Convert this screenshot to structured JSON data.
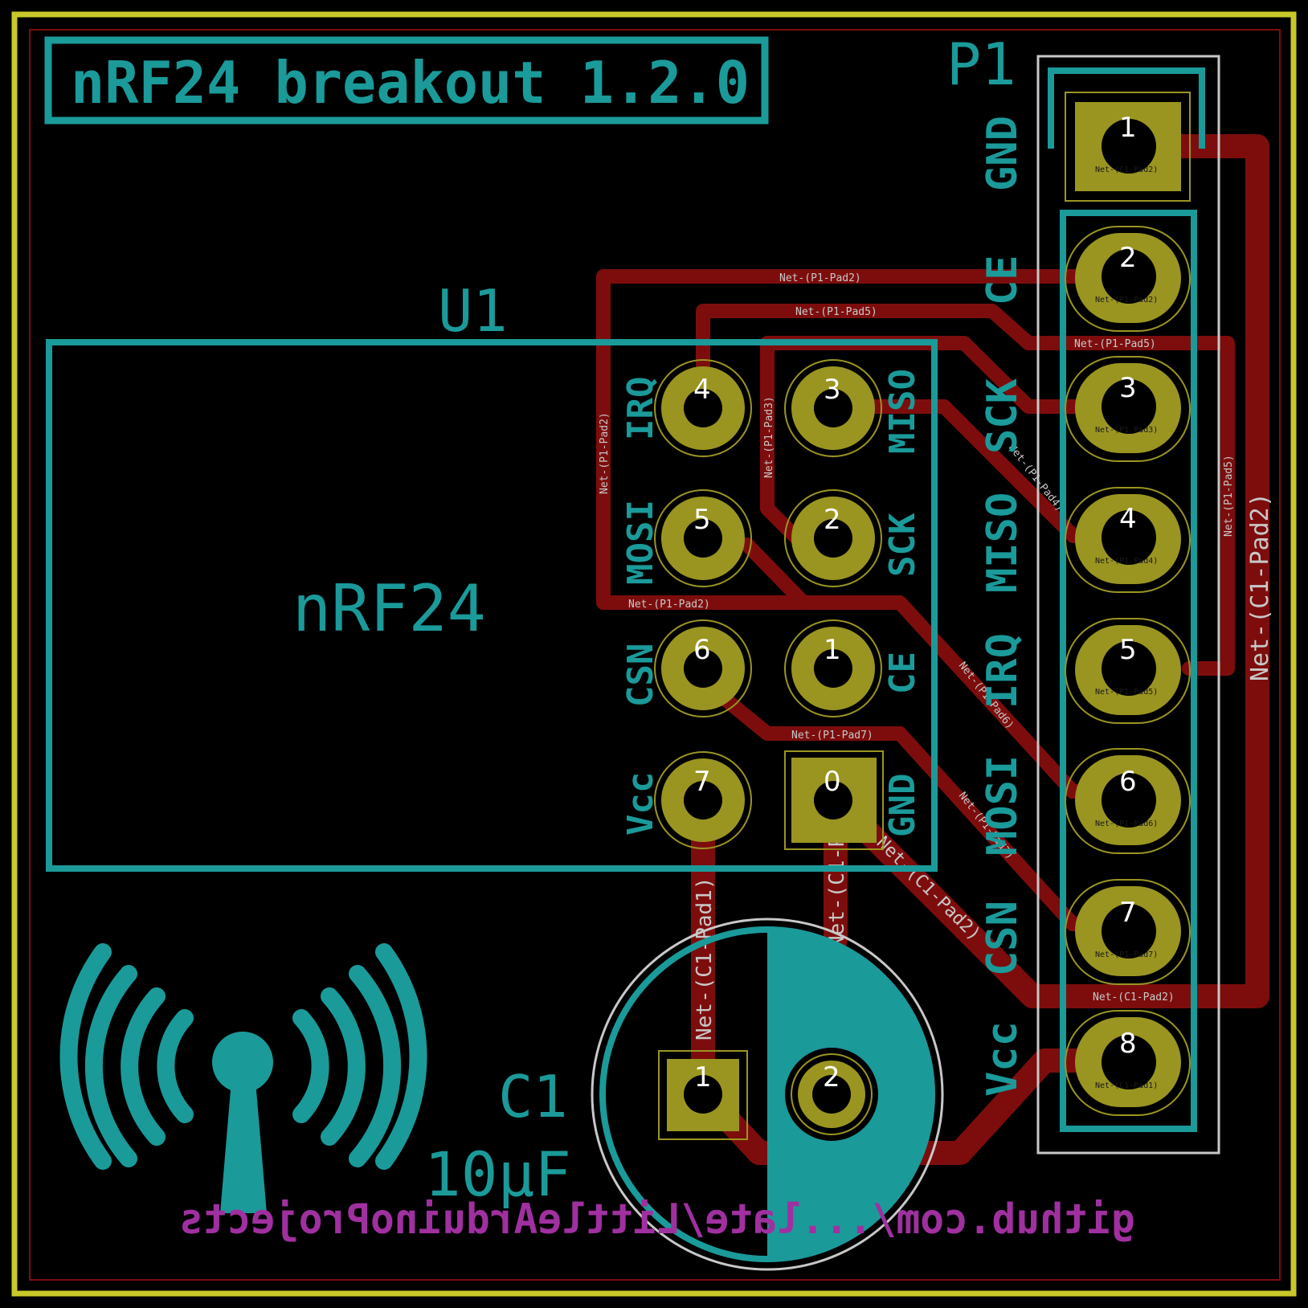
{
  "board": {
    "title": "nRF24 breakout 1.2.0",
    "url_mirrored": "github.com/...late/LittleArduinoProjects",
    "colors": {
      "edge": "#c8c82a",
      "silkscreen": "#1b9a9a",
      "copper": "#7d0d0d",
      "pad": "#9a9521",
      "back_silk": "#a030a0"
    }
  },
  "u1": {
    "ref": "U1",
    "value": "nRF24",
    "pins": [
      {
        "num": "4",
        "label": "IRQ"
      },
      {
        "num": "3",
        "label": "MISO"
      },
      {
        "num": "5",
        "label": "MOSI"
      },
      {
        "num": "2",
        "label": "SCK"
      },
      {
        "num": "6",
        "label": "CSN"
      },
      {
        "num": "1",
        "label": "CE"
      },
      {
        "num": "7",
        "label": "Vcc"
      },
      {
        "num": "0",
        "label": "GND"
      }
    ]
  },
  "p1": {
    "ref": "P1",
    "pins": [
      {
        "num": "1",
        "label": "GND",
        "net": "Net-(C1-Pad2)"
      },
      {
        "num": "2",
        "label": "CE",
        "net": "Net-(P1-Pad2)"
      },
      {
        "num": "3",
        "label": "SCK",
        "net": "Net-(P1-Pad3)"
      },
      {
        "num": "4",
        "label": "MISO",
        "net": "Net-(P1-Pad4)"
      },
      {
        "num": "5",
        "label": "IRQ",
        "net": "Net-(P1-Pad5)"
      },
      {
        "num": "6",
        "label": "MOSI",
        "net": "Net-(P1-Pad6)"
      },
      {
        "num": "7",
        "label": "CSN",
        "net": "Net-(P1-Pad7)"
      },
      {
        "num": "8",
        "label": "Vcc",
        "net": "Net-(C1-Pad1)"
      }
    ]
  },
  "c1": {
    "ref": "C1",
    "value": "10µF",
    "pad1": "1",
    "pad2": "2"
  },
  "nets": {
    "p1pad2": "Net-(P1-Pad2)",
    "p1pad5": "Net-(P1-Pad5)",
    "p1pad3": "Net-(P1-Pad3)",
    "p1pad7": "Net-(P1-Pad7)",
    "p1pad6": "Net-(P1-Pad6)",
    "p1pad4": "Net-(P1-Pad4)",
    "c1pad1": "Net-(C1-Pad1)",
    "c1pad2": "Net-(C1-Pad2)"
  }
}
